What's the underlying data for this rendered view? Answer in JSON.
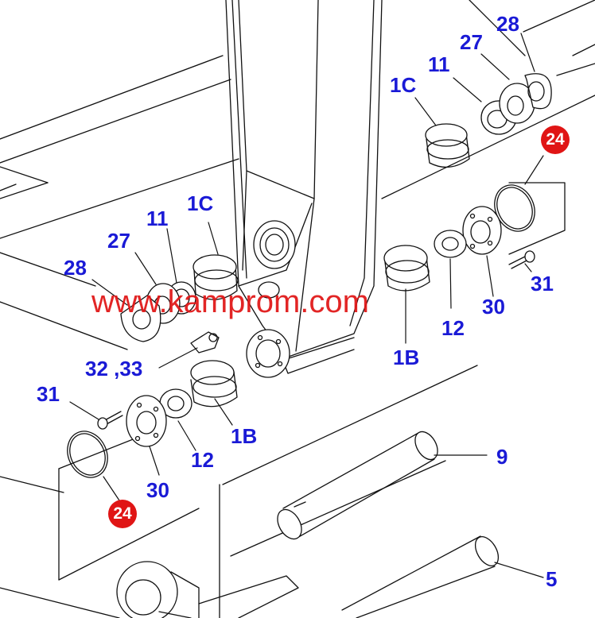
{
  "watermark": {
    "text": "www.kamprom.com",
    "color": "#e01515"
  },
  "colors": {
    "label": "#1a1ad6",
    "badge": "#e01515",
    "line": "#111111"
  },
  "callouts": {
    "c28_top": "28",
    "c27_top": "27",
    "c11_top": "11",
    "c1c_top": "1C",
    "c24_top": "24",
    "c1c_mid": "1C",
    "c11_mid": "11",
    "c27_mid": "27",
    "c28_mid": "28",
    "c31_right": "31",
    "c30_right": "30",
    "c12_right": "12",
    "c1b_right": "1B",
    "c32_33": "32 ,33",
    "c31_left": "31",
    "c1b_left": "1B",
    "c12_left": "12",
    "c30_left": "30",
    "c24_bottom": "24",
    "c9": "9",
    "c5": "5"
  }
}
